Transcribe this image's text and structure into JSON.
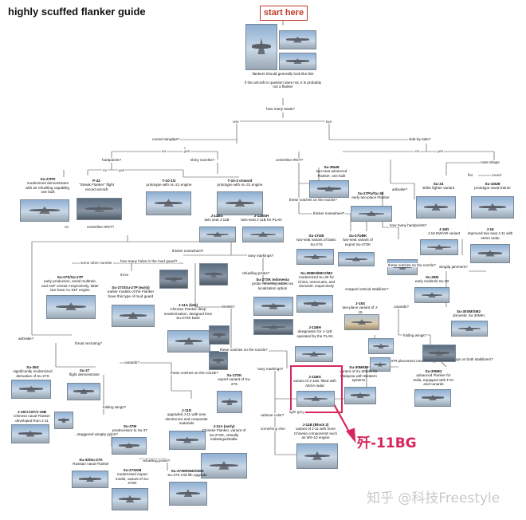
{
  "title": "highly scuffed flanker guide",
  "start_label": "start here",
  "intro_text": "flankers should generally look like this\n\nif the aircraft in question does not, it is probably not a flanker",
  "q_seats": "how many seats?",
  "a_one": "one",
  "a_two": "two",
  "q_curved_wingtips": "curved wingtips?",
  "q_side_by_side": "side-by-side?",
  "q_hardpoints": "hardpoints?",
  "q_shiny_nozzles": "shiny nozzles?",
  "q_centreline_irst_two": "centreline IRST?",
  "q_nose_shape": "nose shape",
  "q_centreline_irst": "centreline IRST?",
  "q_thicker_nosewheel": "thicker nosewheel?",
  "q_holes_mud_guard": "how many holes in the mud guard?",
  "q_airbrake": "airbrake?",
  "q_thrust_vectoring": "thrust vectoring?",
  "q_canards": "canards?",
  "q_mawss": "MAWS?",
  "q_refuelling_probe": "refuelling probe?",
  "q_notches_nozzle_1": "these notches on the nozzle?",
  "q_notches_nozzle_2": "these notches on the nozzle?",
  "q_notches_nozzle_3": "these notches on the nozzle?",
  "q_notches_nozzle_4": "these notches on the nozzle?",
  "q_navy_markings": "navy markings?",
  "q_navy_markings_2": "navy markings?",
  "q_radome_colour": "radome color?",
  "q_folding_wings": "folding wings?",
  "q_folding_wings_2": "folding wings?",
  "q_staggered_pylon": "staggered wingtip pylon?",
  "q_refuelling_probe_2": "refuelling probe?",
  "q_cropped_stabilizer": "cropped vertical stabilizer?",
  "q_ifr_placement": "IFR placement near canopy?",
  "q_fairings_stabilizers": "fairings on both stabilizers?",
  "q_wingtip_jammers": "wingtip jammers?",
  "q_how_many_hardpoints": "how many hardpoints?",
  "q_canards_2": "canards?",
  "q_airbrake_2": "airbrake?",
  "a_no": "no",
  "a_yes": "yes",
  "a_flat": "flat",
  "a_round": "round",
  "a_three": "three",
  "a_some_other": "some other number",
  "a_light_grey": "light grey",
  "a_something_else": "something else",
  "a_twelve": "12",
  "a_fourteen": "14",
  "aircraft": [
    {
      "name": "Su-27PD",
      "desc": "modernized demonstrator with air refuelling capability, one built"
    },
    {
      "name": "P-42",
      "desc": "\"Streak Flanker\" flight record aircraft"
    },
    {
      "name": "T-10-1/2",
      "desc": "prototype with AL-21 engine"
    },
    {
      "name": "T-10-3 onward",
      "desc": "prototype with AL-31 engine"
    },
    {
      "name": "Su-35UB",
      "desc": "two-seat advanced Flanker, one built"
    },
    {
      "name": "Su-27PU/Su-30",
      "desc": "early two-place Flanker"
    },
    {
      "name": "Su-34",
      "desc": "strike fighter variant"
    },
    {
      "name": "Su-33UB",
      "desc": "prototype naval trainer"
    },
    {
      "name": "J-11BS",
      "desc": "twin seat J-11B"
    },
    {
      "name": "J-11BSH",
      "desc": "twin-seat J-11B for PLAN"
    },
    {
      "name": "Su-27UB",
      "desc": "two-seat variant of basic Su-27S"
    },
    {
      "name": "Su-27UBK",
      "desc": "two-seat variant of export Su-27SK"
    },
    {
      "name": "J-16D",
      "desc": "J-16 EW/AR variant"
    },
    {
      "name": "J-16",
      "desc": "improved two seat J-11 with AESA radar"
    },
    {
      "name": "Su-27S/Su-27P",
      "desc": "early production, serial multirole, and ASF version respectively, latter two have AL-31F engine"
    },
    {
      "name": "Su-27S/Su-27P (early)",
      "desc": "earlier models of the Flanker have this type of mud guard"
    },
    {
      "name": "J-11A (late)",
      "desc": "Chinese Flanker deep modernization, designed from Su-27SK base"
    },
    {
      "name": "Su-27SK Indonesia",
      "desc": "probe refuelling added as localization option"
    },
    {
      "name": "Su-30MKI/MKV/M2",
      "desc": "modernized Su-30 for China, Venezuela, and domestic respectively"
    },
    {
      "name": "Su-30M",
      "desc": "early multirole Su-30"
    },
    {
      "name": "Su-30SM/SM2",
      "desc": "domestic Su-30MKI"
    },
    {
      "name": "J-15S",
      "desc": "two-place variant of J-15"
    },
    {
      "name": "J-11BH",
      "desc": "designation for J-11B operated by the PLAN"
    },
    {
      "name": "Su-30MKM",
      "desc": "variant of Su-30MKI for Malaysia with Western systems"
    },
    {
      "name": "Su-30MKI",
      "desc": "advanced Flanker for India, equipped with TVC and canards"
    },
    {
      "name": "Su-35S",
      "desc": "significantly modernized derivative of Su-27S"
    },
    {
      "name": "Su-37",
      "desc": "flight demonstrator"
    },
    {
      "name": "Su-27SK",
      "desc": "export variant of Su-27S"
    },
    {
      "name": "J-11D",
      "desc": "upgraded J-11 with new electronics and composite materials"
    },
    {
      "name": "J-11BG",
      "desc": "variant of J-11B, fitted with AESA radar"
    },
    {
      "name": "J-11B (Block 2)",
      "desc": "variant of J-11 with more Chinese components such as WS-10 engine"
    },
    {
      "name": "J-15/J-15T/J-15B",
      "desc": "Chinese naval Flanker developed from J-11"
    },
    {
      "name": "Su-27M",
      "desc": "predecessor to Su-37"
    },
    {
      "name": "J-11A (early)",
      "desc": "Chinese Flanker, variant of Su-27SK, virtually indistinguishable"
    },
    {
      "name": "Su-33/Su-27K",
      "desc": "Russian naval Flanker"
    },
    {
      "name": "Su-27SKM",
      "desc": "modernised export model, variant of Su-27SK"
    },
    {
      "name": "Su-27SM/SM2/SM3",
      "desc": "Su-27S mid-life upgrade"
    }
  ],
  "annotation_label": "歼-11BG",
  "watermark": "知乎 @科技Freestyle"
}
